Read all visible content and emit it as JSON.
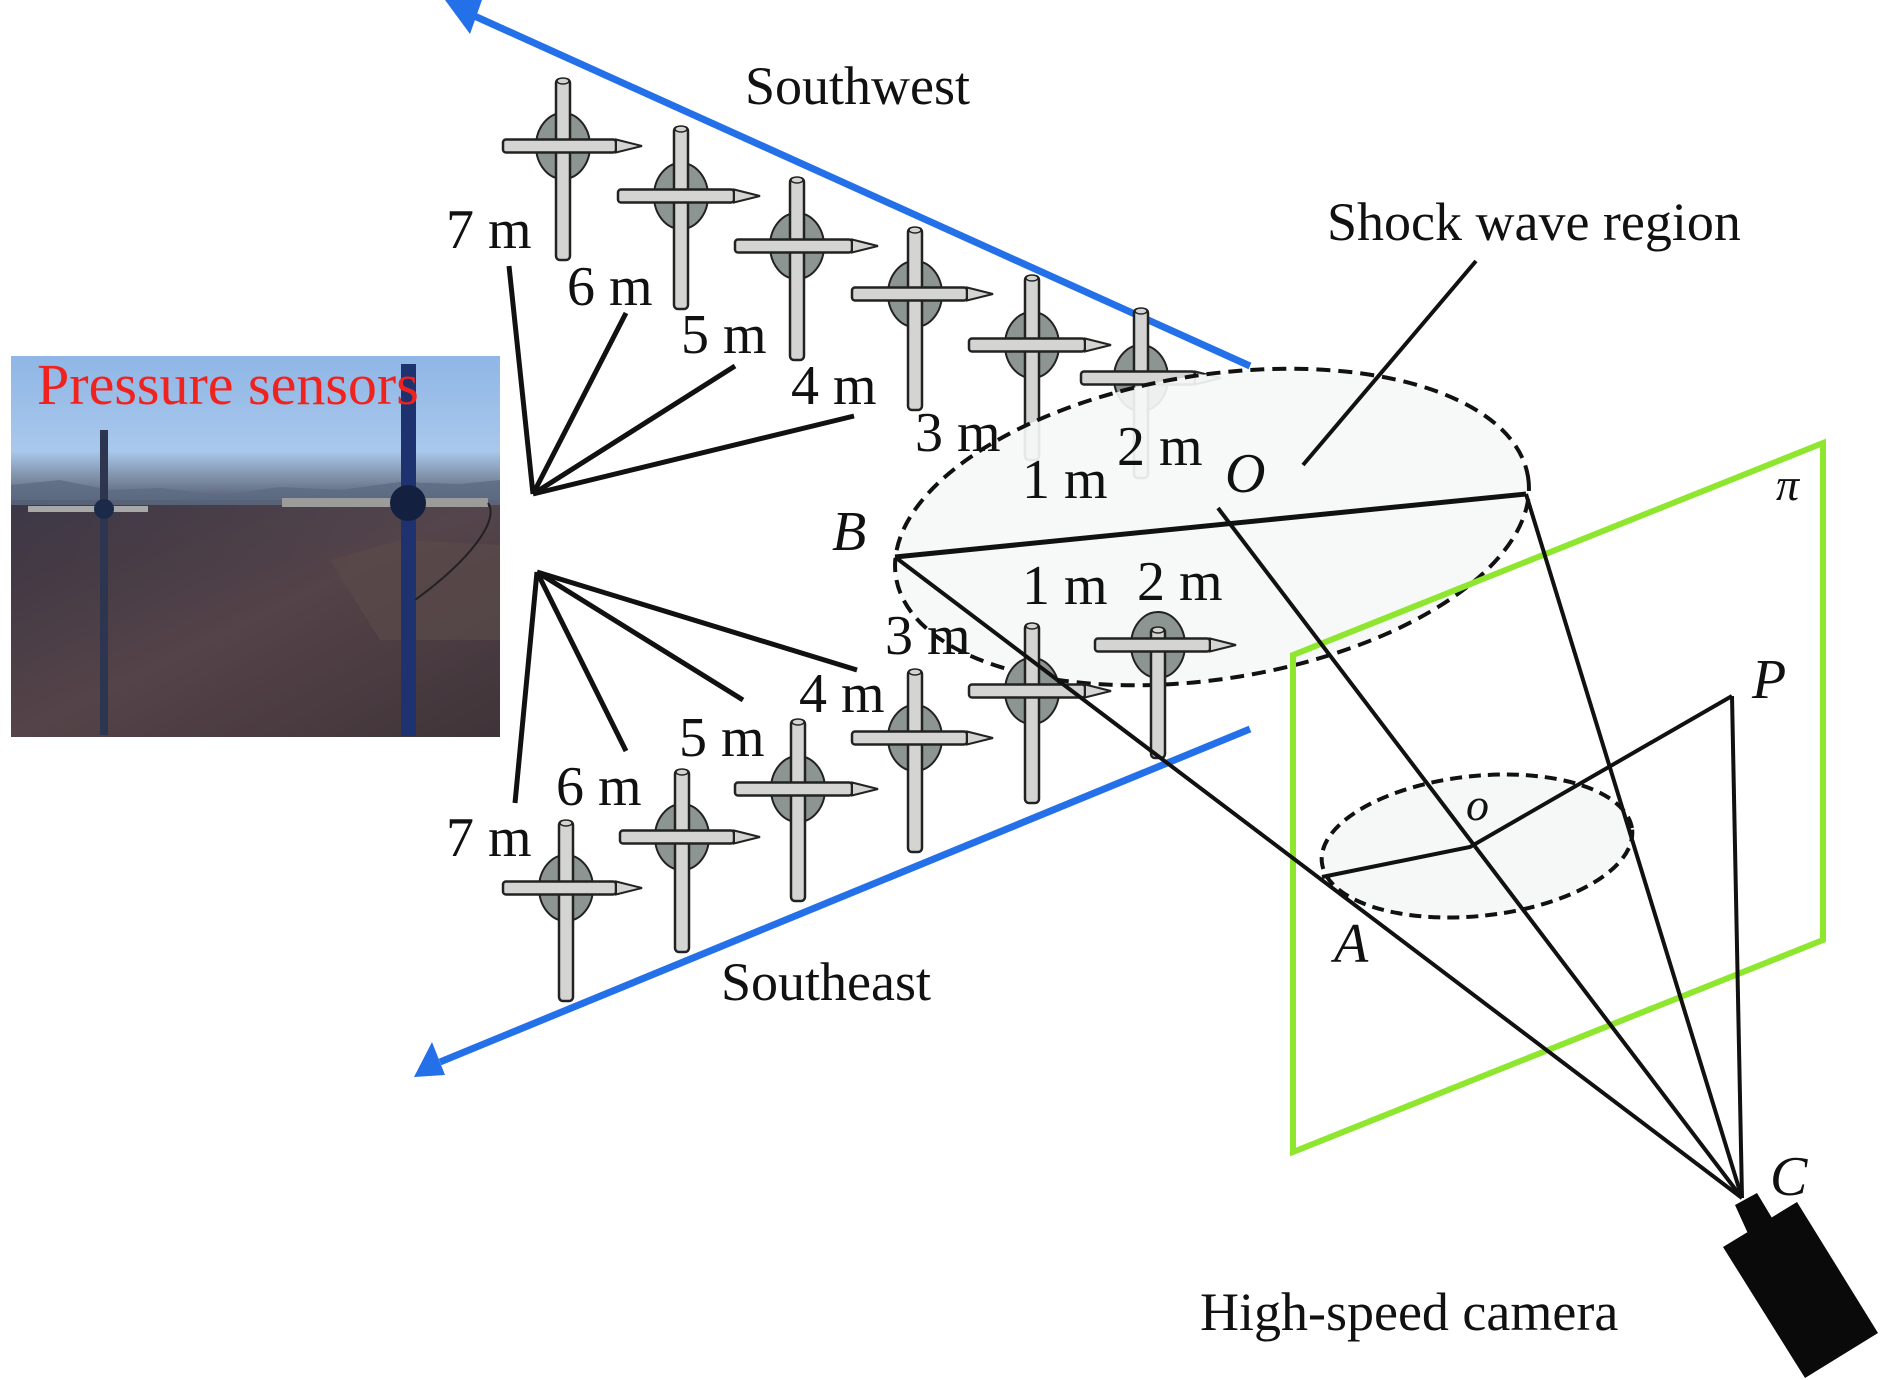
{
  "figure": {
    "photo_caption": "Pressure sensors",
    "direction_labels": {
      "southwest": "Southwest",
      "southeast": "Southeast"
    },
    "region_label": "Shock wave region",
    "camera_label": "High-speed camera",
    "points": {
      "B": "B",
      "O": "O",
      "o": "o",
      "A": "A",
      "P": "P",
      "C": "C",
      "pi": "π"
    },
    "southwest_distances": [
      "7 m",
      "6 m",
      "5 m",
      "4 m",
      "3 m",
      "2 m",
      "1 m"
    ],
    "southeast_distances": [
      "7 m",
      "6 m",
      "5 m",
      "4 m",
      "3 m",
      "2 m",
      "1 m"
    ]
  },
  "colors": {
    "arrow_blue": "#2470E8",
    "plane_green": "#8EE62E",
    "caption_red": "#F0221E",
    "sensor_fill": "#D4D4D2",
    "sensor_mount": "#8C9592",
    "region_fill": "#F6F7F7",
    "ink": "#111111"
  }
}
